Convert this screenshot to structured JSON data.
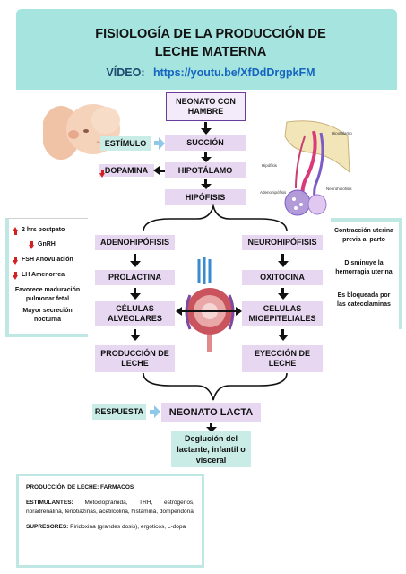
{
  "header": {
    "title": "FISIOLOGÍA DE LA PRODUCCIÓN DE LECHE MATERNA",
    "video_label": "VÍDEO:",
    "video_url": "https://youtu.be/XfDdDrgpkFM"
  },
  "flow": {
    "neonato_hambre": "NEONATO CON HAMBRE",
    "succion": "SUCCIÓN",
    "hipotalamo": "HIPOTÁLAMO",
    "hipofisis": "HIPÓFISIS",
    "estimulo": "ESTÍMULO",
    "dopamina": "DOPAMINA",
    "adenohipofisis": "ADENOHIPÓFISIS",
    "prolactina": "PROLACTINA",
    "celulas_alveolares": "CÉLULAS ALVEOLARES",
    "produccion_leche": "PRODUCCIÓN DE LECHE",
    "neurohipofisis": "NEUROHIPÓFISIS",
    "oxitocina": "OXITOCINA",
    "celulas_mioepiteliales": "CELULAS MIOEPITELIALES",
    "eyeccion_leche": "EYECCIÓN DE LECHE",
    "respuesta": "RESPUESTA",
    "neonato_lacta": "NEONATO LACTA",
    "deglucion": "Deglución del lactante, infantil o visceral"
  },
  "pituitary_labels": {
    "hipotalamo": "Hipotálamo",
    "hipofisis": "Hipófisis",
    "adenohipofisis": "Adenohipófisis",
    "neurohipofisis": "Neurohipófisis"
  },
  "left_panel": {
    "item1": "2 hrs postpato",
    "item2": "GnRH",
    "item3": "FSH Anovulación",
    "item4": "LH Amenorrea",
    "item5": "Favorece maduración pulmonar fetal",
    "item6": "Mayor secreción nocturna"
  },
  "right_panel": {
    "item1": "Contracción uterina previa al parto",
    "item2": "Disminuye la hemorragia uterina",
    "item3": "Es bloqueada por las catecolaminas"
  },
  "farmacos": {
    "title": "PRODUCCIÓN DE LECHE: FARMACOS",
    "estimulantes_label": "ESTIMULANTES:",
    "estimulantes_text": "Metoclopramida, TRH, estrógenos, noradrenalina, fenotiazinas, acetilcolina, histamina, domperidona",
    "supresores_label": "SUPRESORES:",
    "supresores_text": "Piridoxina (grandes dosis), ergóticos, L-dopa"
  },
  "colors": {
    "header_bg": "#a6e4e0",
    "purple_box": "#e7d7f1",
    "teal_box": "#c9ece7",
    "red_arrow": "#d32020"
  }
}
